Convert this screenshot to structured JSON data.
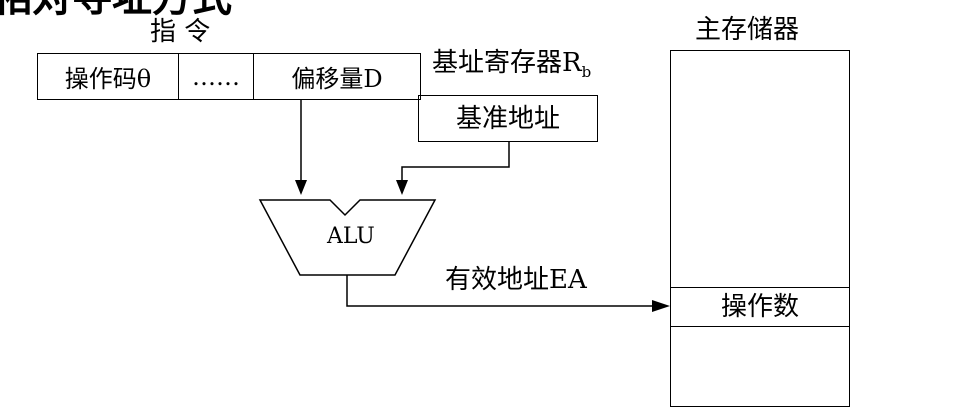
{
  "title_fragment": "相对寻址方式",
  "instruction": {
    "label": "指  令",
    "fields": [
      "操作码θ",
      "……",
      "偏移量D"
    ]
  },
  "base_register": {
    "label": "基址寄存器R",
    "label_subscript": "b",
    "content": "基准地址"
  },
  "alu": {
    "label": "ALU"
  },
  "effective_address": {
    "label": "有效地址EA"
  },
  "main_memory": {
    "label": "主存储器",
    "operand": "操作数"
  }
}
